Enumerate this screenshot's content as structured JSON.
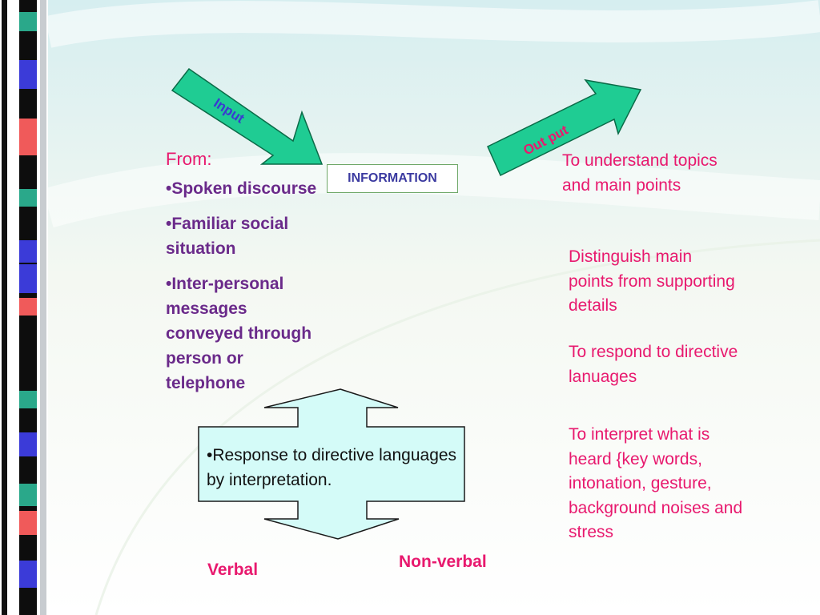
{
  "input_arrow": {
    "label": "Input"
  },
  "output_arrow": {
    "label": "Out put"
  },
  "information_box": {
    "label": "INFORMATION"
  },
  "from": {
    "heading": "From:",
    "items": [
      "•Spoken discourse",
      "•Familiar social situation",
      "•Inter-personal messages conveyed through person or telephone"
    ]
  },
  "outcomes": [
    "To understand topics and main points",
    "Distinguish main points from supporting details",
    "To respond to directive lanuages",
    "To interpret what is heard {key words, intonation, gesture, background noises and stress"
  ],
  "response": {
    "text": "•Response to directive languages by interpretation."
  },
  "modes": {
    "verbal": "Verbal",
    "nonverbal": "Non-verbal"
  },
  "colors": {
    "arrow_fill": "#1fcc93",
    "arrow_stroke": "#0b6b48",
    "arrow_label": "#3a3ad0",
    "accent_pink": "#e8196e",
    "purple_text": "#6a2a8a",
    "cross_fill": "#d4fbf8",
    "box_border": "#6fa868"
  }
}
